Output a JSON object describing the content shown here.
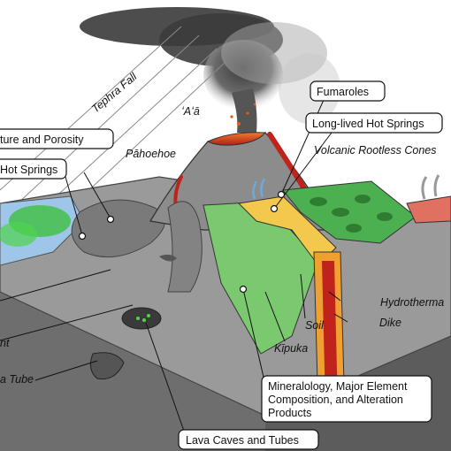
{
  "labels": {
    "tephra_fall": "Tephra Fall",
    "aa": "ʻAʻā",
    "pahoehoe": "Pāhoehoe",
    "fumaroles": "Fumaroles",
    "long_lived_hot_springs": "Long-lived Hot Springs",
    "volcanic_rootless_cones": "Volcanic Rootless Cones",
    "texture_porosity": "ture and Porosity",
    "hot_springs": "Hot Springs",
    "hydrothermal": "Hydrotherma",
    "dike": "Dike",
    "soil": "Soil",
    "kipuka": "Kīpuka",
    "mineralology_line1": "Mineralology, Major Element",
    "mineralology_line2": "Composition, and Alteration",
    "mineralology_line3": "Products",
    "lava_caves": "Lava Caves and Tubes",
    "lava_tube_partial": "a Tube",
    "partial_nt": "nt"
  },
  "colors": {
    "plume_dark": "#3a3a3a",
    "plume_light": "#b8b8b8",
    "volcano_gray": "#8c8c8c",
    "lava_red": "#c0231c",
    "vent_orange": "#e25a1c",
    "kipuka_green": "#7bc96f",
    "soil_yellow": "#f2c94c",
    "dike_orange": "#f0a030",
    "water_blue": "#9ec6e8",
    "algae_green": "#3fbf3f",
    "cone_green": "#4caf50",
    "block_top": "#9a9a9a",
    "block_side": "#6e6e6e"
  }
}
